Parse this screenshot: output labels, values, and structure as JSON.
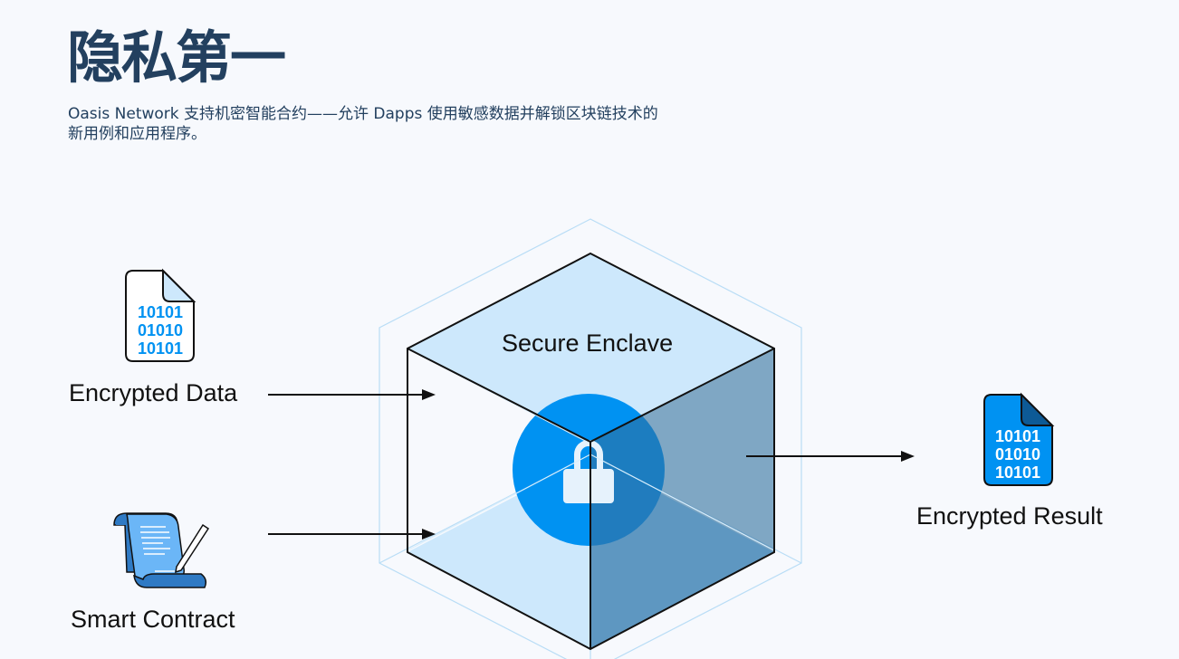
{
  "header": {
    "title": "隐私第一",
    "description": "Oasis Network 支持机密智能合约——允许 Dapps 使用敏感数据并解锁区块链技术的新用例和应用程序。"
  },
  "diagram": {
    "enclave_label": "Secure Enclave",
    "inputs": [
      {
        "label": "Encrypted Data",
        "icon": "encrypted-file-icon",
        "binary": [
          "10101",
          "01010",
          "10101"
        ]
      },
      {
        "label": "Smart Contract",
        "icon": "contract-scroll-icon"
      }
    ],
    "output": {
      "label": "Encrypted Result",
      "icon": "encrypted-result-file-icon",
      "binary": [
        "10101",
        "01010",
        "10101"
      ]
    },
    "center_icon": "lock-icon",
    "colors": {
      "title": "#23405f",
      "light_blue": "#cde8fc",
      "dark_face": "#6a9ec7",
      "lock_circle": "#0092f2",
      "outline": "#b9ddf6"
    }
  }
}
